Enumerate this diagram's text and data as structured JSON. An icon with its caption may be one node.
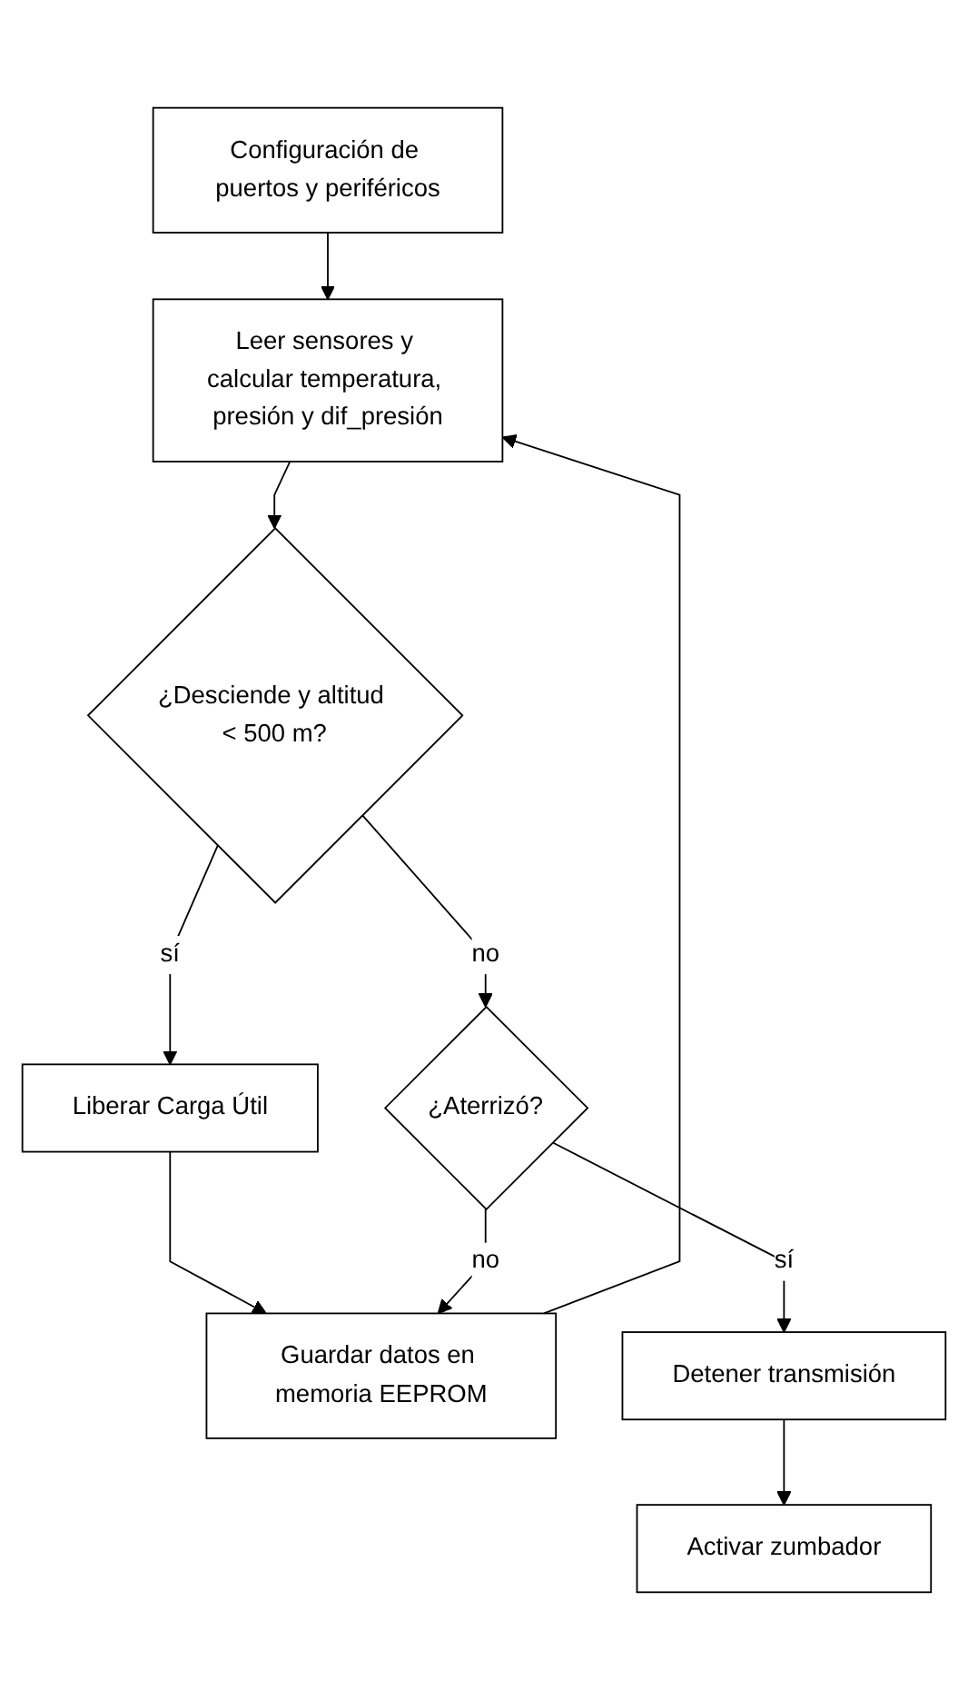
{
  "diagram": {
    "nodes": [
      {
        "text": [
          "Configuración de puertos y periféricos"
        ]
      },
      {
        "text": [
          "Leer sensores y calcular temperatura, presión y dif_presión"
        ]
      },
      {
        "text": [
          "¿Desciende y altitud < 500 m?"
        ]
      },
      {
        "text": [
          "Liberar Carga Útil"
        ]
      },
      {
        "text": [
          "¿Aterrizó?"
        ]
      },
      {
        "text": [
          "Guardar datos en memoria EEPROM"
        ]
      },
      {
        "text": [
          "Detener transmisión"
        ]
      },
      {
        "text": [
          "Activar zumbador"
        ]
      }
    ],
    "edges": [
      {
        "from": 0,
        "to": 1,
        "arrow": "to"
      },
      {
        "from": 1,
        "to": 2,
        "arrow": "to"
      },
      {
        "from": 2,
        "to": 3,
        "arrow": "to",
        "label": "sí"
      },
      {
        "from": 2,
        "to": 4,
        "arrow": "to",
        "label": "no"
      },
      {
        "from": 3,
        "to": 5,
        "arrow": "to"
      },
      {
        "from": 4,
        "to": 5,
        "arrow": "to",
        "label": "no"
      },
      {
        "from": 4,
        "to": 6,
        "arrow": "to",
        "label": "sí"
      },
      {
        "from": 6,
        "to": 7,
        "arrow": "to"
      },
      {
        "from": 5,
        "to": 1,
        "arrow": "to"
      }
    ]
  }
}
